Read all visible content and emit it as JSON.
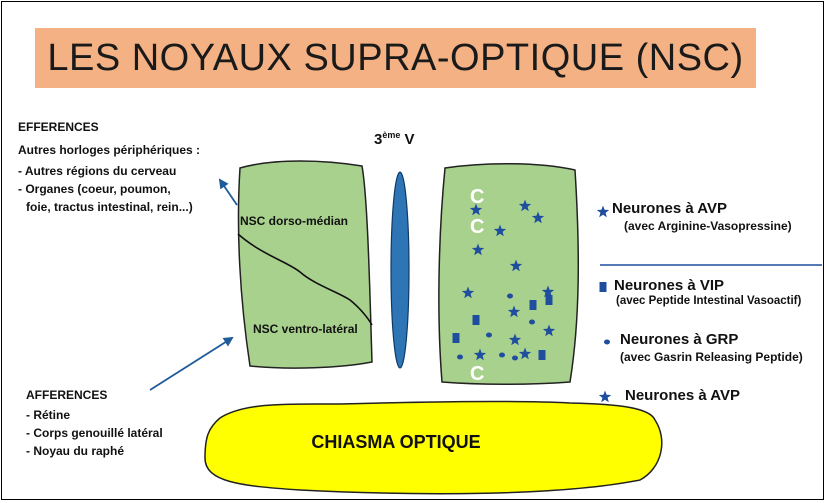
{
  "title": "LES NOYAUX SUPRA-OPTIQUE (NSC)",
  "ventricle": {
    "label": "3",
    "sup": "ème",
    "suffix": " V"
  },
  "efferences": {
    "heading": "EFFERENCES",
    "intro": "Autres horloges périphériques :",
    "items": [
      "- Autres régions du cerveau",
      "- Organes (coeur, poumon,",
      "foie, tractus intestinal, rein...)"
    ]
  },
  "afferences": {
    "heading": "AFFERENCES",
    "items": [
      "- Rétine",
      "- Corps genouillé latéral",
      "- Noyau du raphé"
    ]
  },
  "nsc": {
    "dorso": "NSC dorso-médian",
    "ventro": "NSC ventro-latéral"
  },
  "cells_label": "C",
  "chiasma": "CHIASMA OPTIQUE",
  "legend": [
    {
      "symbol": "star",
      "title": "Neurones à AVP",
      "subtitle": "(avec Arginine-Vasopressine)"
    },
    {
      "symbol": "square",
      "title": "Neurones à VIP",
      "subtitle": "(avec Peptide Intestinal Vasoactif)"
    },
    {
      "symbol": "dot",
      "title": "Neurones à GRP",
      "subtitle": "(avec Gasrin Releasing Peptide)"
    },
    {
      "symbol": "star",
      "title": "Neurones à AVP",
      "subtitle": ""
    }
  ],
  "colors": {
    "title_bg": "#f4b183",
    "nucleus_fill": "#a9d18e",
    "chiasma_fill": "#ffff00",
    "ventricle_fill": "#2e75b6",
    "symbol_color": "#1f4e9e",
    "arrow_color": "#1f5b99"
  }
}
